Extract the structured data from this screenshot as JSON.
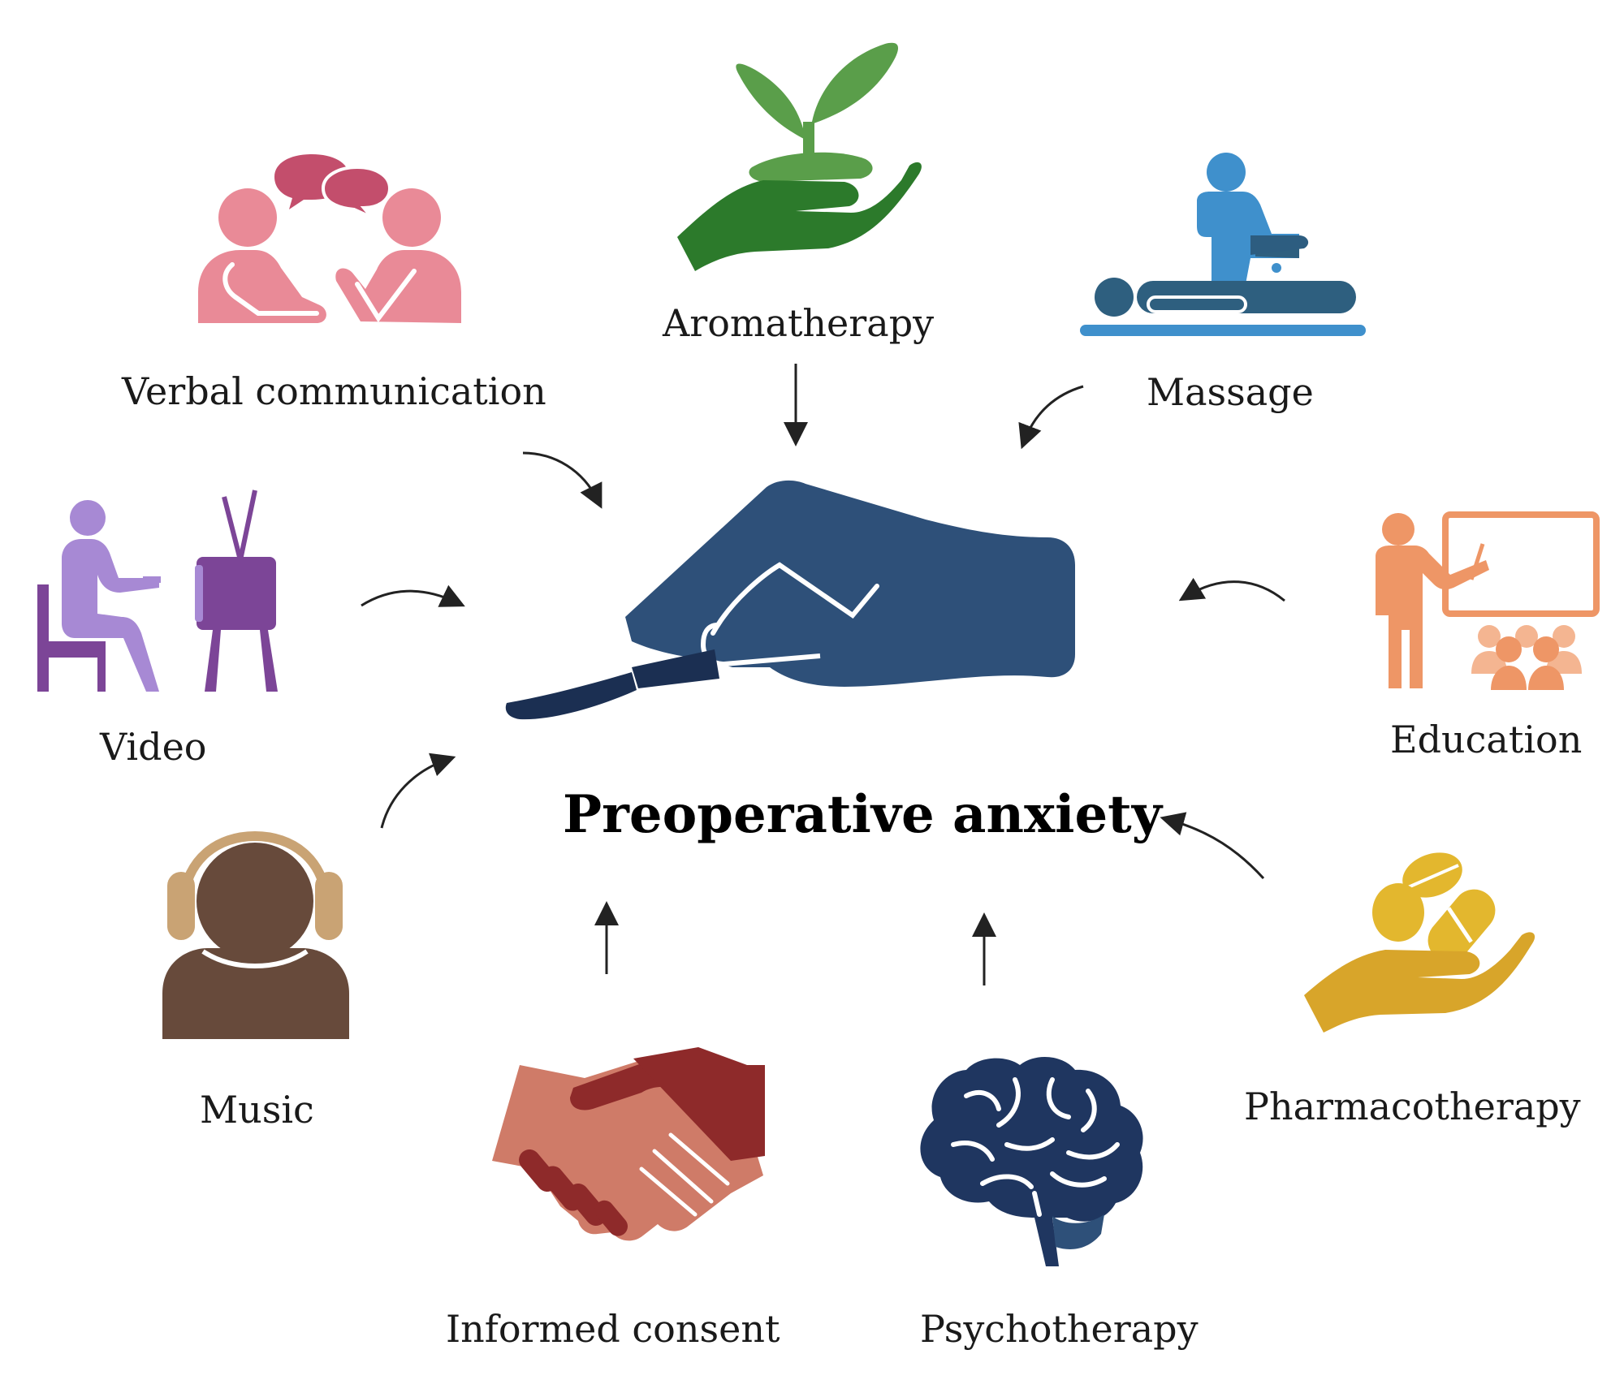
{
  "center": {
    "title": "Preoperative anxiety",
    "icon": "scalpel-hand-icon",
    "color": "#2e5079"
  },
  "interventions": [
    {
      "id": "aromatherapy",
      "label": "Aromatherapy",
      "icon": "plant-in-hand-icon",
      "color": "#2c7a2b"
    },
    {
      "id": "massage",
      "label": "Massage",
      "icon": "massage-icon",
      "color": "#3f90cc"
    },
    {
      "id": "education",
      "label": "Education",
      "icon": "teacher-board-icon",
      "color": "#ee9666"
    },
    {
      "id": "pharmacotherapy",
      "label": "Pharmacotherapy",
      "icon": "pills-in-hand-icon",
      "color": "#d8a52a"
    },
    {
      "id": "psychotherapy",
      "label": "Psychotherapy",
      "icon": "brain-icon",
      "color": "#1f3660"
    },
    {
      "id": "informed_consent",
      "label": "Informed consent",
      "icon": "handshake-icon",
      "color": "#8e2a2a"
    },
    {
      "id": "music",
      "label": "Music",
      "icon": "headphones-person-icon",
      "color": "#674a3b"
    },
    {
      "id": "video",
      "label": "Video",
      "icon": "person-watching-tv-icon",
      "color": "#7c4597"
    },
    {
      "id": "verbal_communication",
      "label": "Verbal communication",
      "icon": "conversation-icon",
      "color": "#e98a97"
    }
  ]
}
